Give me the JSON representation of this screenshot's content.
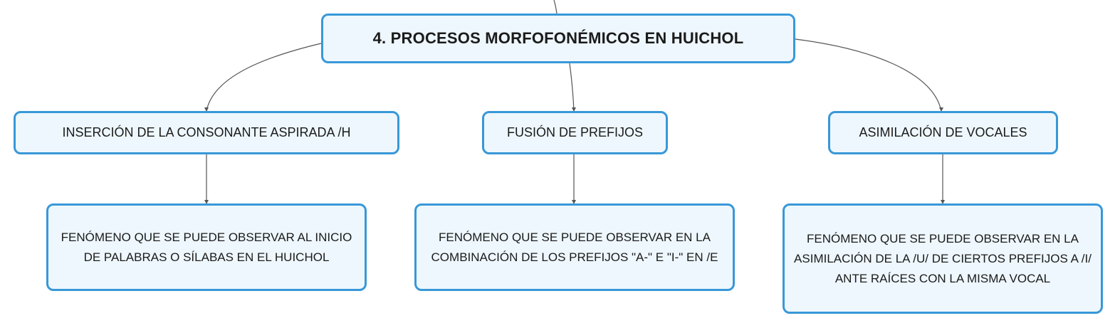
{
  "colors": {
    "node_border": "#3898d8",
    "node_fill": "#eef7fd",
    "connector": "#555555",
    "text": "#1b1b1b"
  },
  "root": {
    "label": "4. PROCESOS MORFOFONÉMICOS EN HUICHOL"
  },
  "branches": [
    {
      "label": "INSERCIÓN DE LA CONSONANTE ASPIRADA /H",
      "detail": "FENÓMENO QUE SE PUEDE OBSERVAR AL INICIO DE PALABRAS O SÍLABAS EN EL HUICHOL"
    },
    {
      "label": "FUSIÓN DE PREFIJOS",
      "detail": "FENÓMENO QUE SE PUEDE OBSERVAR EN LA COMBINACIÓN DE LOS PREFIJOS \"A-\" E \"I-\" EN /E"
    },
    {
      "label": "ASIMILACIÓN DE VOCALES",
      "detail": "FENÓMENO QUE SE PUEDE OBSERVAR EN LA ASIMILACIÓN DE LA /U/ DE CIERTOS PREFIJOS A /I/ ANTE RAÍCES CON LA MISMA VOCAL"
    }
  ]
}
